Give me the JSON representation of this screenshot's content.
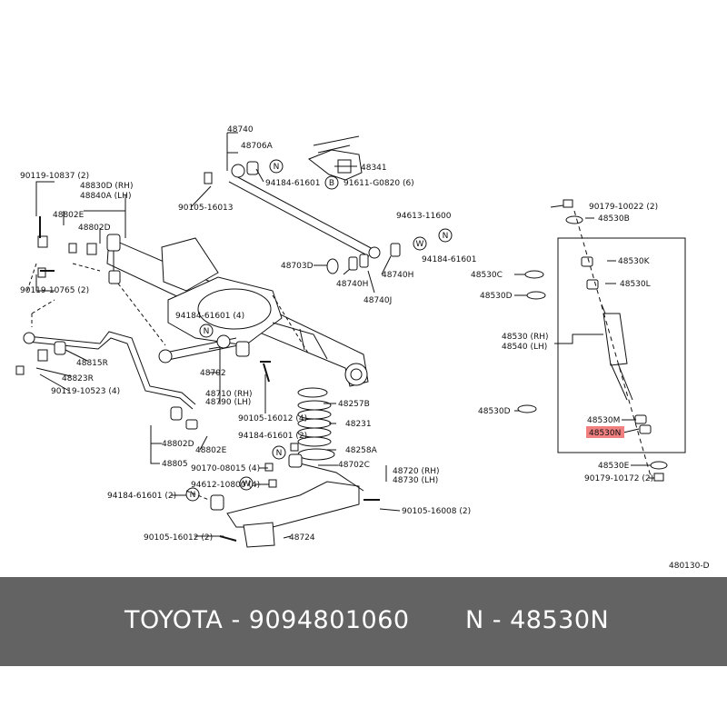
{
  "labels": {
    "p48740": "48740",
    "p48706A": "48706A",
    "p48341": "48341",
    "p94184_top": "94184-61601",
    "p91611": "91611-G0820 (6)",
    "p90119_10837": "90119-10837 (2)",
    "p48830D": "48830D (RH)",
    "p48840A": "48840A (LH)",
    "p48802E_top": "48802E",
    "p48802D_top": "48802D",
    "p90119_10765": "90119-10765 (2)",
    "p90105_16013": "90105-16013",
    "p94613": "94613-11600",
    "p94184_right": "94184-61601",
    "p48703D": "48703D",
    "p48740H_a": "48740H",
    "p48740H_b": "48740H",
    "p48740J": "48740J",
    "p94184_mid": "94184-61601 (4)",
    "p48815R": "48815R",
    "p48823R": "48823R",
    "p90119_10523": "90119-10523 (4)",
    "p48702": "48702",
    "p48710": "48710 (RH)",
    "p48790": "48790 (LH)",
    "p48257B": "48257B",
    "p90105_16012_4": "90105-16012 (4)",
    "p48231": "48231",
    "p94184_2b": "94184-61601 (2)",
    "p48258A": "48258A",
    "p48802D_low": "48802D",
    "p48802E_low": "48802E",
    "p48805": "48805",
    "p90170": "90170-08015 (4)",
    "p48702C": "48702C",
    "p48720": "48720 (RH)",
    "p48730": "48730 (LH)",
    "p94612": "94612-10800 (4)",
    "p94184_left": "94184-61601 (2)",
    "p90105_16008": "90105-16008 (2)",
    "p90105_16012_2": "90105-16012 (2)",
    "p48724": "48724",
    "p90179_10022": "90179-10022 (2)",
    "p48530B": "48530B",
    "p48530K": "48530K",
    "p48530C": "48530C",
    "p48530L": "48530L",
    "p48530D_top": "48530D",
    "p48530RH": "48530 (RH)",
    "p48540LH": "48540 (LH)",
    "p48530D_low": "48530D",
    "p48530M": "48530M",
    "p48530N": "48530N",
    "p48530E": "48530E",
    "p90179_10172": "90179-10172 (2)",
    "fig_code": "480130-D"
  },
  "symbols": {
    "n": "N",
    "b": "B",
    "w": "W"
  },
  "highlight": {
    "part": "48530N",
    "color": "#f08080"
  },
  "footer": {
    "left": "TOYOTA - 9094801060",
    "right": "N - 48530N",
    "background": "#636363"
  }
}
